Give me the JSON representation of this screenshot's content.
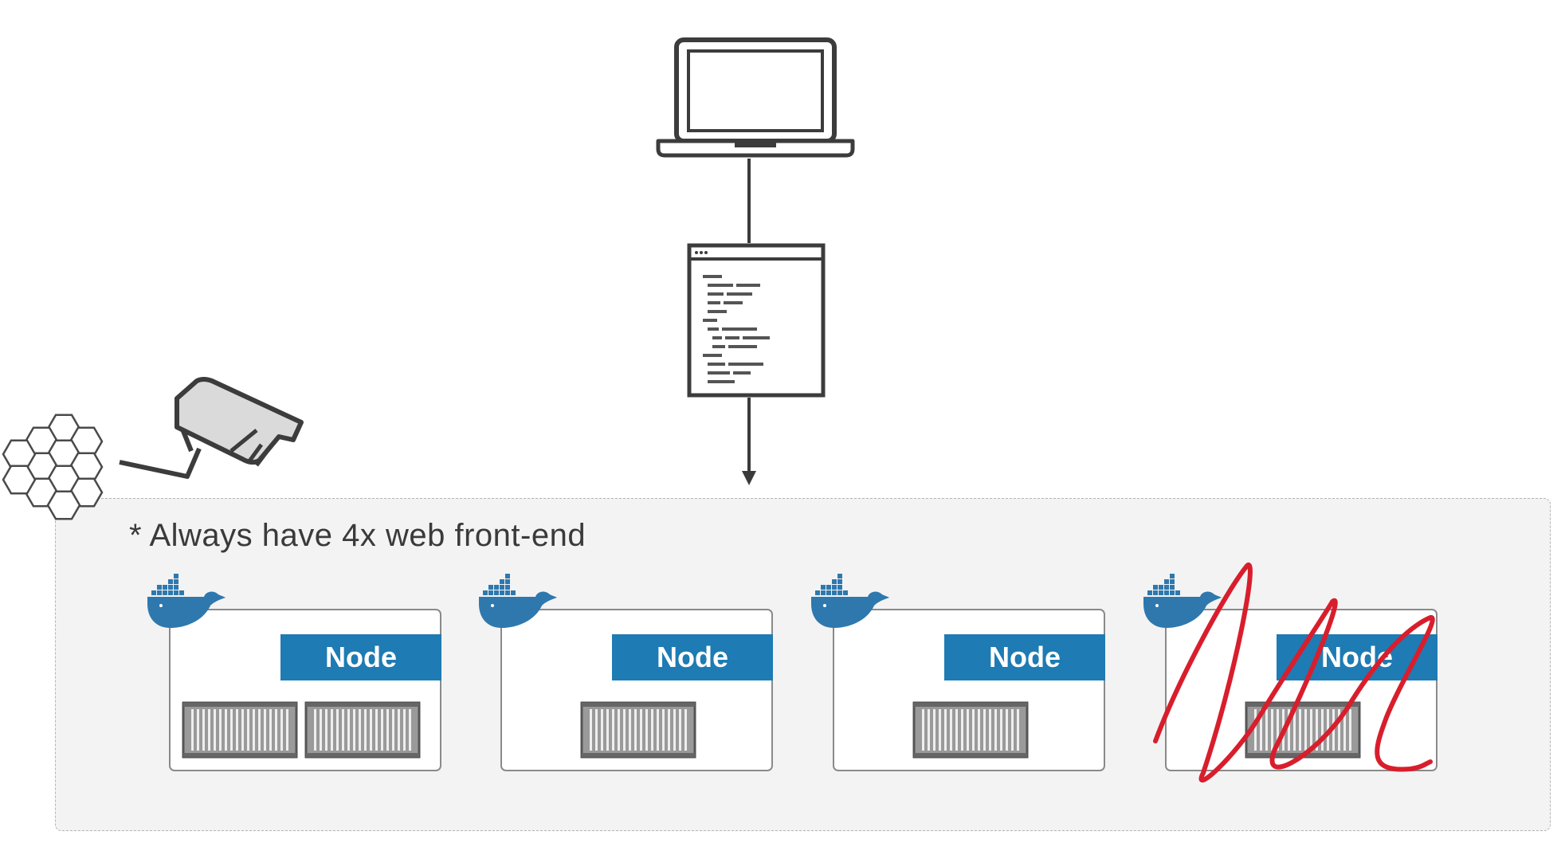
{
  "note": "* Always have 4x web front-end",
  "nodes": [
    {
      "label": "Node",
      "containers": 2
    },
    {
      "label": "Node",
      "containers": 1
    },
    {
      "label": "Node",
      "containers": 1
    },
    {
      "label": "Node",
      "containers": 1,
      "crossed_out": true
    }
  ],
  "colors": {
    "node_label_bg": "#1e7bb3",
    "docker_blue": "#2e78ae",
    "scribble_red": "#d81e2c",
    "line": "#3a3a3a"
  },
  "icons": {
    "client": "laptop-icon",
    "manifest": "config-file-icon",
    "monitor": "surveillance-camera-icon",
    "swarm": "hexagon-cluster-icon",
    "engine": "docker-whale-icon",
    "task": "shipping-container-icon"
  }
}
